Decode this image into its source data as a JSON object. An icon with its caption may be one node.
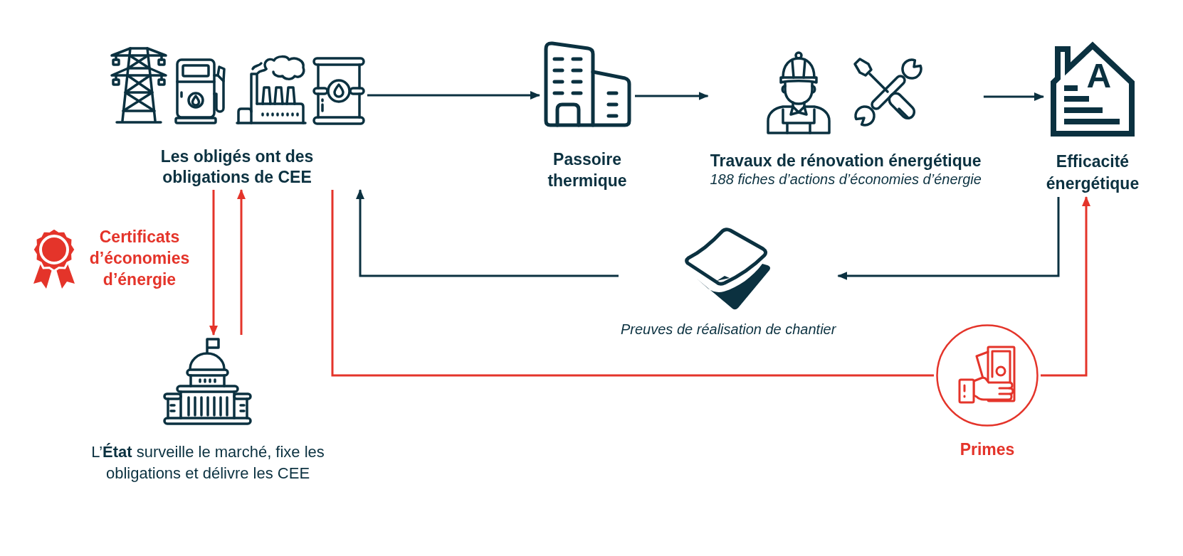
{
  "diagram": {
    "nodes": [
      {
        "text": [
          "Les obligés ont des obligations de CEE"
        ]
      },
      {
        "text": [
          "Passoire thermique"
        ]
      },
      {
        "text": [
          "Travaux de rénovation énergétique",
          "188 fiches d’actions d’économies d’énergie"
        ]
      },
      {
        "text": [
          "Efficacité énergétique"
        ]
      },
      {
        "text": [
          "Preuves de réalisation de chantier"
        ]
      },
      {
        "text": [
          "L’**État** surveille le marché, fixe les obligations et délivre les CEE"
        ]
      },
      {
        "text": [
          "Primes"
        ]
      }
    ],
    "edges": [
      {
        "from": 0,
        "to": 1,
        "arrow": "to"
      },
      {
        "from": 1,
        "to": 2,
        "arrow": "to"
      },
      {
        "from": 2,
        "to": 3,
        "arrow": "to"
      },
      {
        "from": 3,
        "to": 4,
        "arrow": "to"
      },
      {
        "from": 4,
        "to": 0,
        "arrow": "to"
      },
      {
        "from": 0,
        "to": 5,
        "arrow": "to",
        "color": "#e4342a"
      },
      {
        "from": 5,
        "to": 0,
        "arrow": "to",
        "color": "#e4342a"
      },
      {
        "from": 0,
        "to": 6,
        "arrow": "none",
        "color": "#e4342a"
      },
      {
        "from": 6,
        "to": 3,
        "arrow": "to",
        "color": "#e4342a"
      }
    ],
    "labels": [
      "A",
      "Certificats d’économies d’énergie"
    ]
  }
}
